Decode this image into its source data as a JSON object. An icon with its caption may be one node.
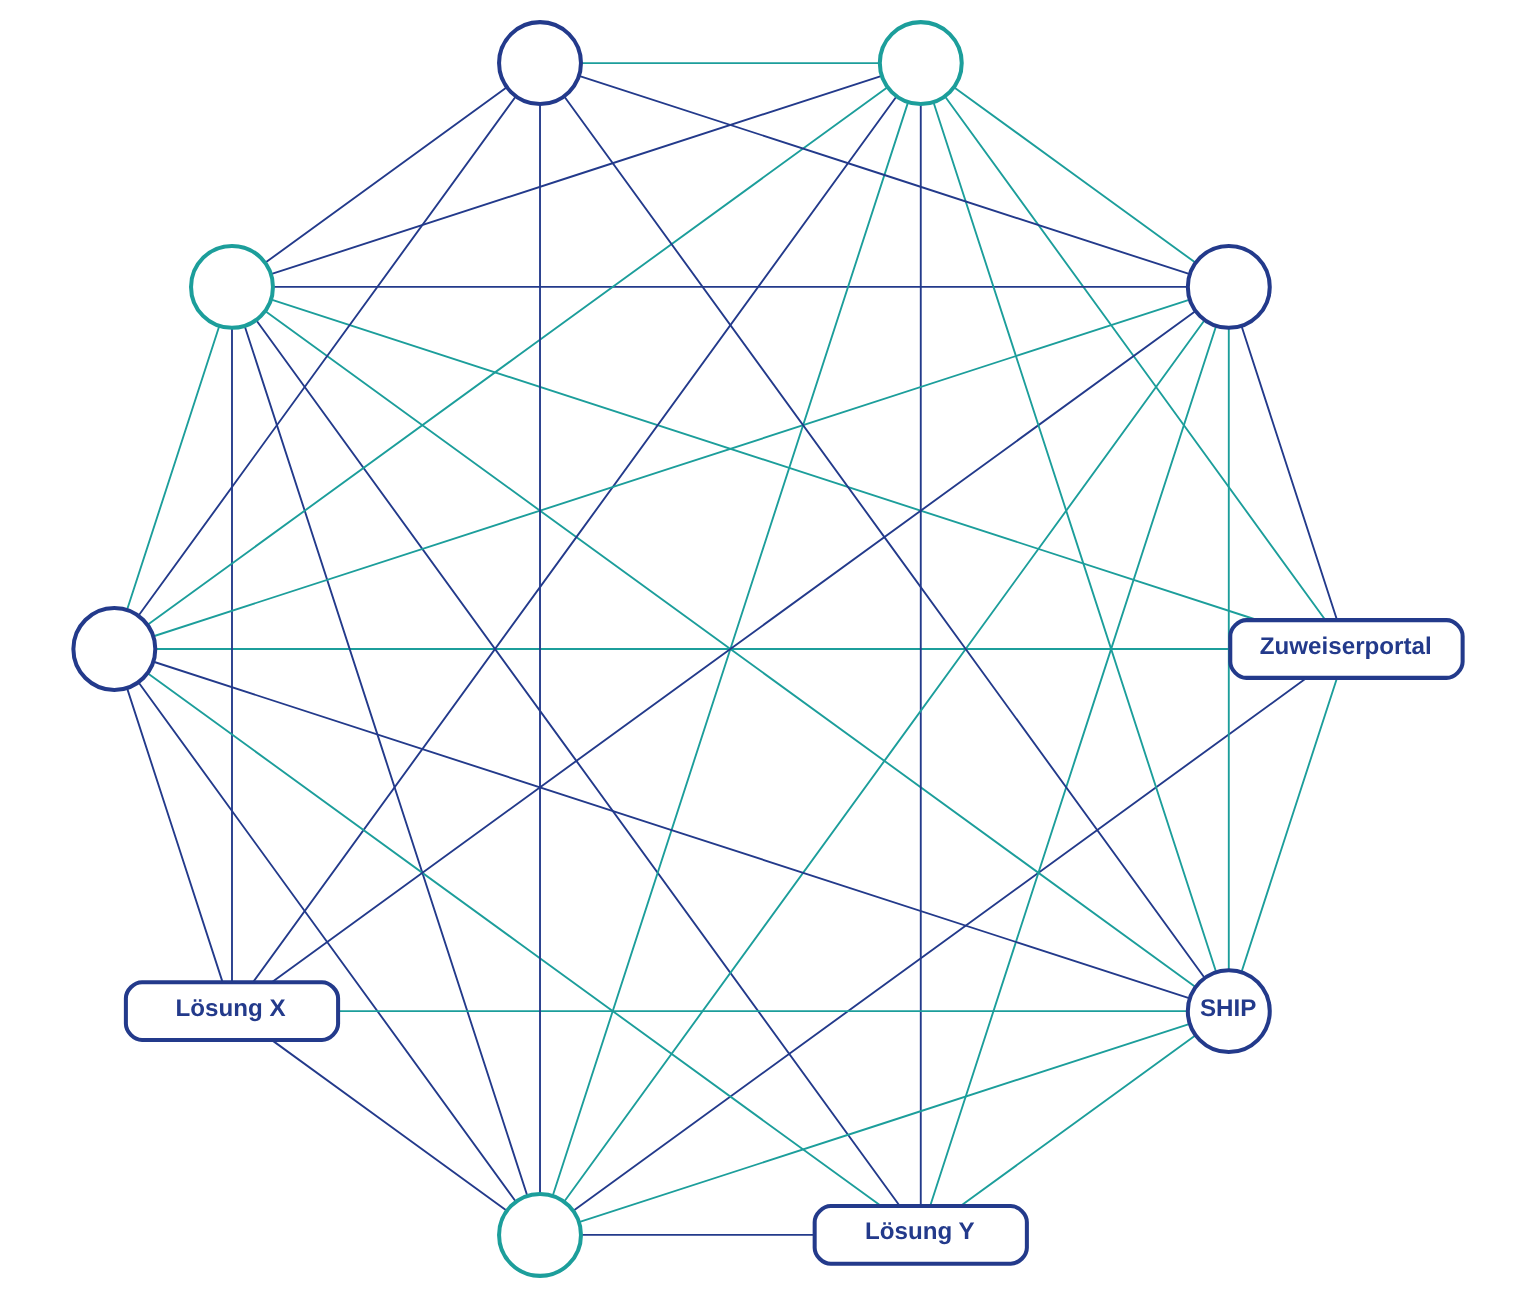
{
  "diagram": {
    "nodes": [
      {
        "text": [
          "Zuweiserportal"
        ]
      },
      {
        "text": [],
        "shape": "circle"
      },
      {
        "text": [],
        "shape": "circle"
      },
      {
        "text": [
          "SHIP"
        ]
      },
      {
        "text": [],
        "shape": "circle"
      },
      {
        "text": [],
        "shape": "circle"
      },
      {
        "text": [
          "Lösung Y"
        ]
      },
      {
        "text": [
          "Lösung X"
        ]
      },
      {
        "text": [],
        "shape": "circle"
      },
      {
        "text": [],
        "shape": "circle"
      }
    ],
    "edges": [
      {
        "from": 0,
        "to": 2,
        "arrow": "none",
        "color": "#1c9e9b"
      },
      {
        "from": 2,
        "to": 4,
        "arrow": "none"
      },
      {
        "from": 4,
        "to": 6,
        "arrow": "none"
      },
      {
        "from": 6,
        "to": 8,
        "arrow": "none"
      },
      {
        "from": 8,
        "to": 9,
        "arrow": "none"
      },
      {
        "from": 7,
        "to": 9,
        "arrow": "none"
      },
      {
        "from": 5,
        "to": 7,
        "arrow": "none"
      },
      {
        "from": 3,
        "to": 5,
        "arrow": "none",
        "color": "#1c9e9b"
      },
      {
        "from": 1,
        "to": 3,
        "arrow": "none"
      },
      {
        "from": 1,
        "to": 2,
        "arrow": "none"
      },
      {
        "from": 0,
        "to": 3,
        "arrow": "none",
        "color": "#1c9e9b"
      },
      {
        "from": 0,
        "to": 4,
        "arrow": "none",
        "color": "#1c9e9b"
      },
      {
        "from": 0,
        "to": 5,
        "arrow": "none"
      },
      {
        "from": 0,
        "to": 8,
        "arrow": "none"
      },
      {
        "from": 0,
        "to": 9,
        "arrow": "none",
        "color": "#1c9e9b"
      },
      {
        "from": 1,
        "to": 4,
        "arrow": "none",
        "color": "#1c9e9b"
      },
      {
        "from": 1,
        "to": 5,
        "arrow": "none"
      },
      {
        "from": 1,
        "to": 8,
        "arrow": "none"
      },
      {
        "from": 1,
        "to": 9,
        "arrow": "none"
      },
      {
        "from": 2,
        "to": 3,
        "arrow": "none",
        "color": "#1c9e9b"
      },
      {
        "from": 2,
        "to": 5,
        "arrow": "none"
      },
      {
        "from": 2,
        "to": 6,
        "arrow": "none"
      },
      {
        "from": 2,
        "to": 7,
        "arrow": "none"
      },
      {
        "from": 2,
        "to": 8,
        "arrow": "none"
      },
      {
        "from": 2,
        "to": 9,
        "arrow": "none",
        "color": "#1c9e9b"
      },
      {
        "from": 3,
        "to": 4,
        "arrow": "none",
        "color": "#1c9e9b"
      },
      {
        "from": 3,
        "to": 6,
        "arrow": "none",
        "color": "#1c9e9b"
      },
      {
        "from": 3,
        "to": 7,
        "arrow": "none",
        "color": "#1c9e9b"
      },
      {
        "from": 3,
        "to": 8,
        "arrow": "none",
        "color": "#1c9e9b"
      },
      {
        "from": 3,
        "to": 9,
        "arrow": "none"
      },
      {
        "from": 4,
        "to": 5,
        "arrow": "none",
        "color": "#1c9e9b"
      },
      {
        "from": 4,
        "to": 7,
        "arrow": "none"
      },
      {
        "from": 4,
        "to": 8,
        "arrow": "none",
        "color": "#1c9e9b"
      },
      {
        "from": 4,
        "to": 9,
        "arrow": "none",
        "color": "#1c9e9b"
      },
      {
        "from": 5,
        "to": 6,
        "arrow": "none",
        "color": "#1c9e9b"
      },
      {
        "from": 5,
        "to": 8,
        "arrow": "none",
        "color": "#1c9e9b"
      },
      {
        "from": 5,
        "to": 9,
        "arrow": "none",
        "color": "#1c9e9b"
      },
      {
        "from": 6,
        "to": 9,
        "arrow": "none",
        "color": "#1c9e9b"
      },
      {
        "from": 7,
        "to": 8,
        "arrow": "none"
      }
    ]
  }
}
